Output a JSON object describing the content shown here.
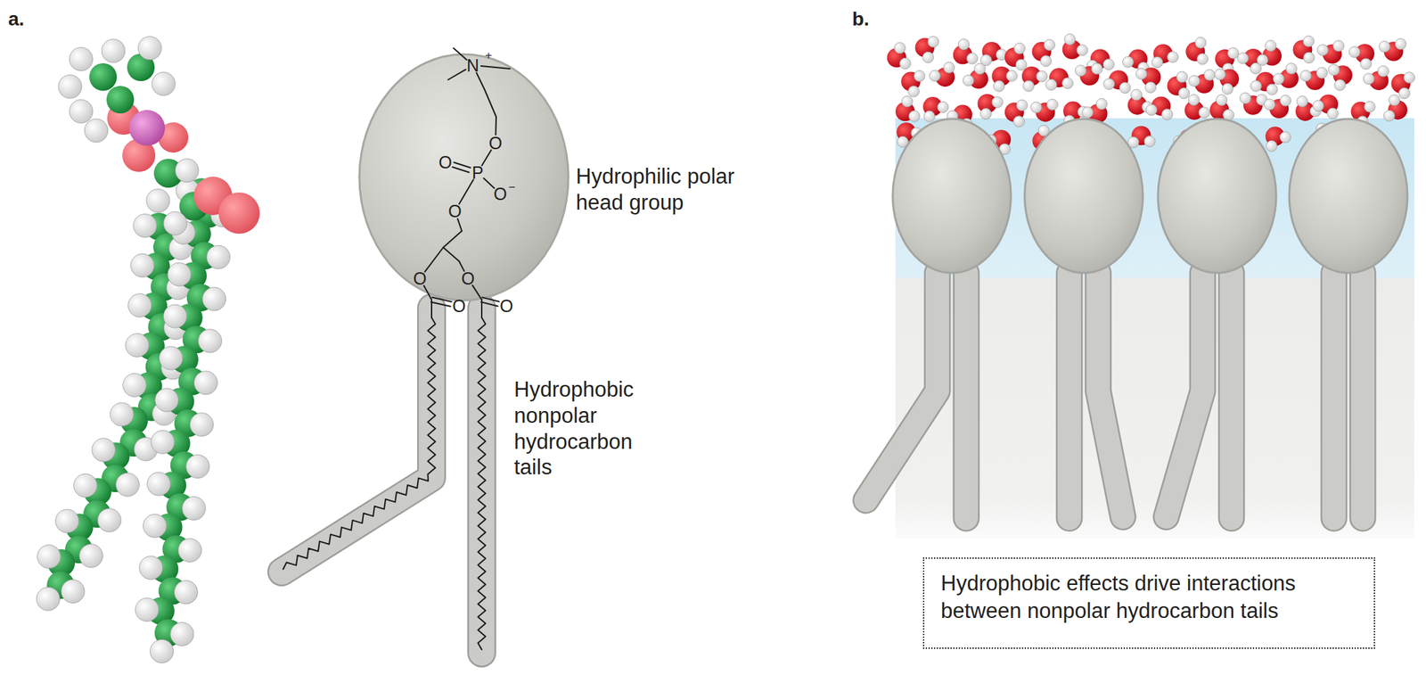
{
  "diagram": {
    "nodes": [
      {
        "text": [
          "Hydrophobic effects drive interactions between nonpolar hydrocarbon tails"
        ]
      }
    ],
    "labels": [
      "a.",
      "b.",
      "Hydrophilic polar head group",
      "Hydrophobic nonpolar hydrocarbon tails",
      "N",
      "+",
      "O",
      "O",
      "P",
      "O",
      "−",
      "O",
      "O",
      "O",
      "O",
      "O"
    ]
  }
}
